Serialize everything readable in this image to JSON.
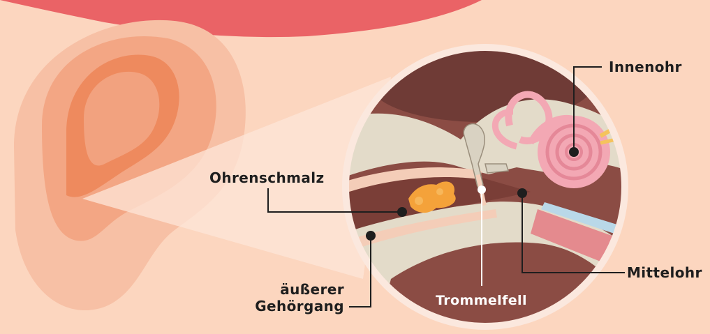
{
  "diagram": {
    "labels": {
      "inner_ear": "Innenohr",
      "earwax": "Ohrenschmalz",
      "middle_ear": "Mittelohr",
      "eardrum": "Trommelfell",
      "ear_canal_line1": "äußerer",
      "ear_canal_line2": "Gehörgang"
    },
    "colors": {
      "background": "#fcd6bf",
      "banner": "#ea6366",
      "outer_ear": "#f5b394",
      "ear_inner": "#ee8a5e",
      "bone": "#e3dbc9",
      "tissue_dark": "#8b4c44",
      "cochlea": "#f3a8b4",
      "earwax": "#f4a23a",
      "label_text": "#1e1e1e",
      "pointer_line": "#1e1e1e"
    }
  }
}
